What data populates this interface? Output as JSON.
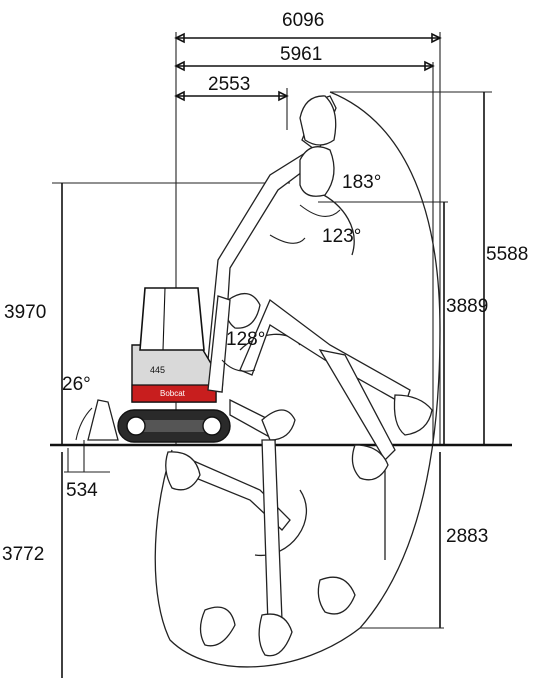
{
  "diagram": {
    "dimensions": {
      "max_reach": "6096",
      "reach_at_ground": "5961",
      "min_radius": "2553",
      "max_dump_height": "3970",
      "max_dig_height": "5588",
      "dump_height_right": "3889",
      "max_dig_depth_left": "3772",
      "max_dig_depth_right": "2883",
      "blade_depth": "534"
    },
    "angles": {
      "blade_angle": "26°",
      "bucket_angle": "183°",
      "arm_angle": "123°",
      "boom_angle": "128°"
    },
    "machine": {
      "model_badge": "445",
      "brand_logo": "Bobcat"
    },
    "colors": {
      "line": "#111111",
      "cab_red": "#c81e1e",
      "track": "#2a2a2a",
      "cab_gray": "#d9d9d9"
    }
  }
}
